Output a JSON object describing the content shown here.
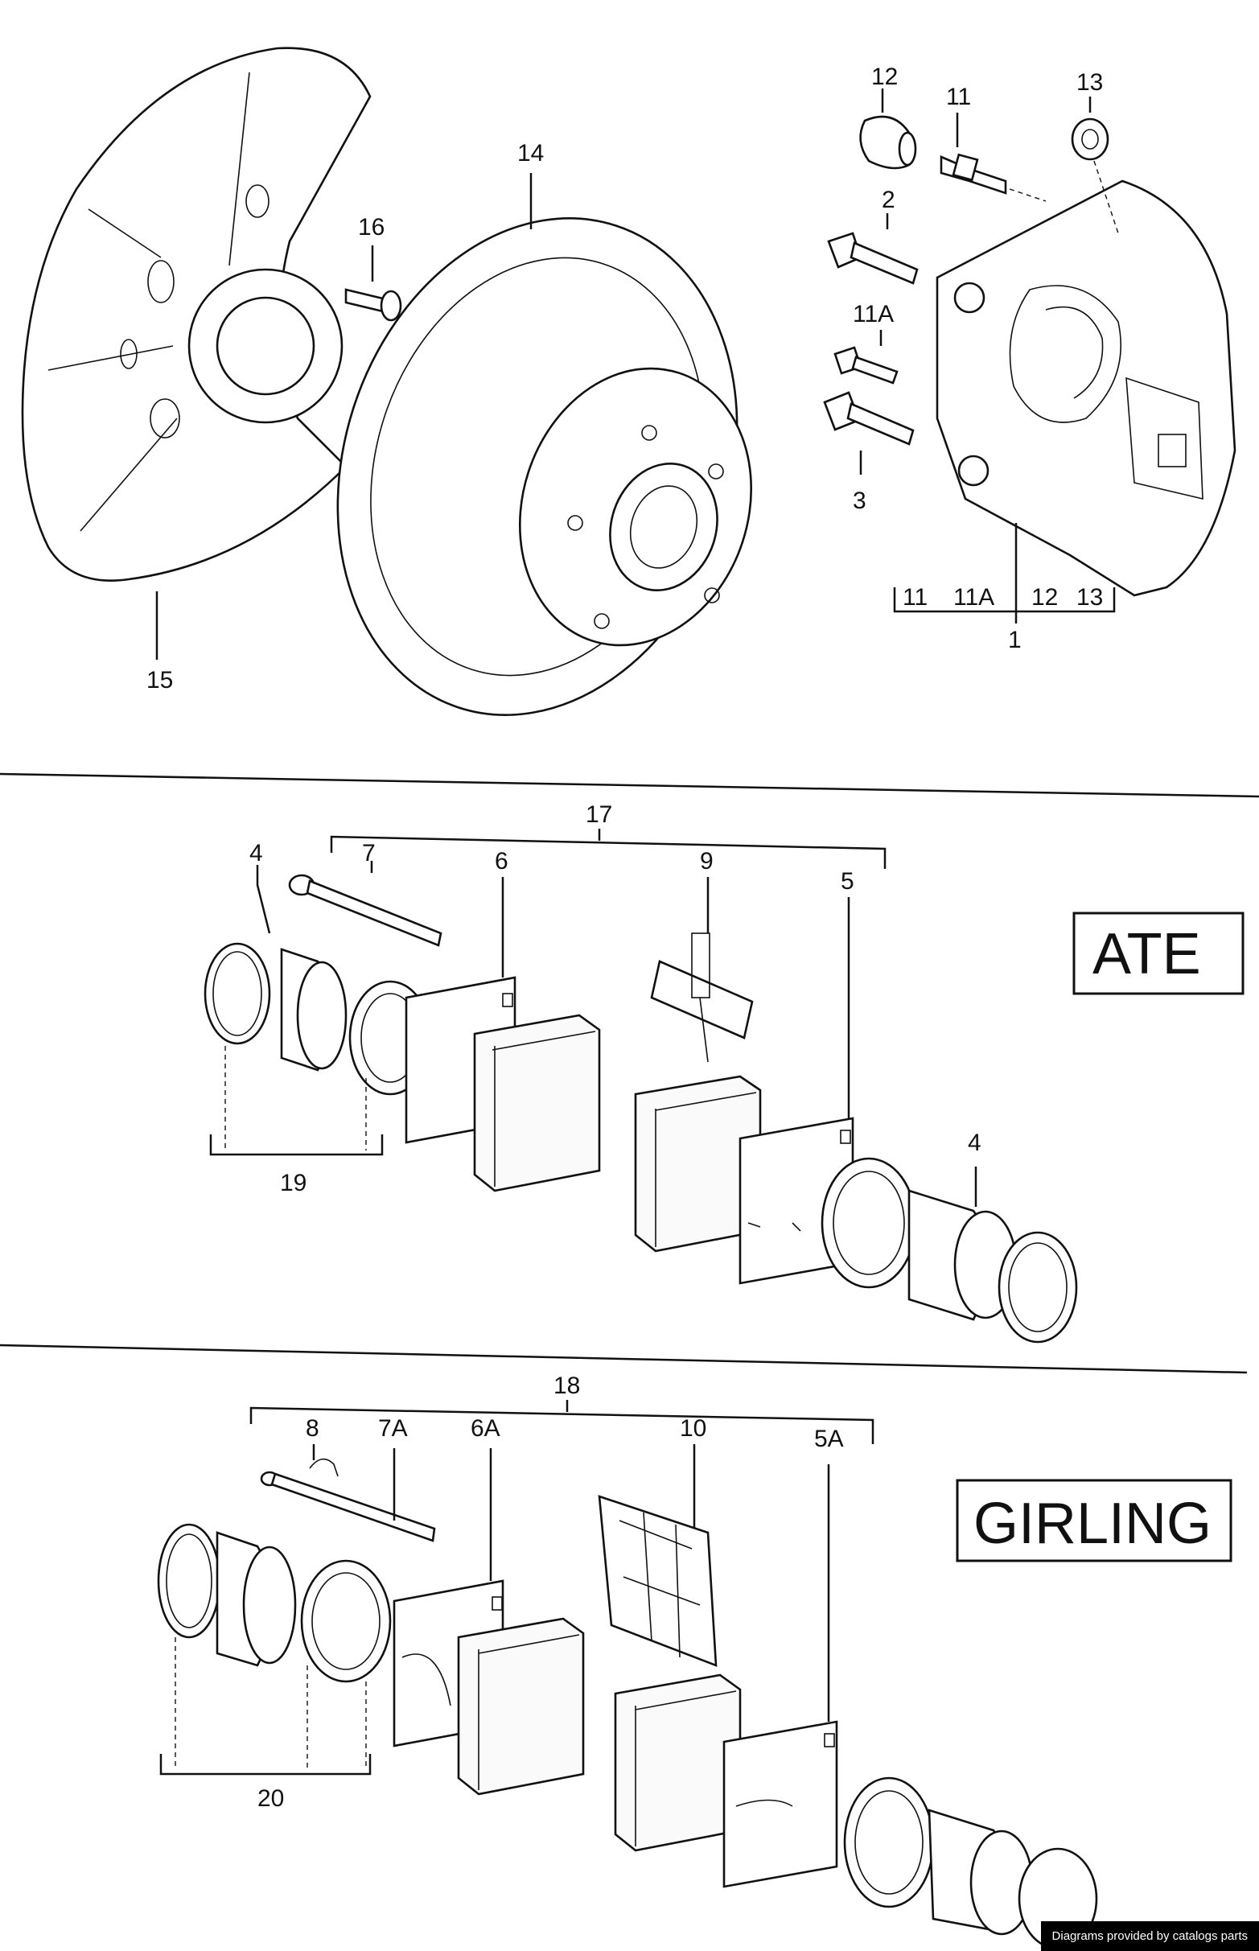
{
  "callouts": {
    "c12": "12",
    "c11": "11",
    "c13": "13",
    "c2": "2",
    "c11a": "11A",
    "c3": "3",
    "c1": "1",
    "g11": "11",
    "g11a": "11A",
    "g12": "12",
    "g13": "13",
    "c14": "14",
    "c16": "16",
    "c15": "15",
    "c17": "17",
    "c4a": "4",
    "c7": "7",
    "c6": "6",
    "c9": "9",
    "c5": "5",
    "c4b": "4",
    "c19": "19",
    "c18": "18",
    "c8": "8",
    "c7a": "7A",
    "c6a": "6A",
    "c10": "10",
    "c5a": "5A",
    "c20": "20"
  },
  "brands": {
    "ate": "ATE",
    "girling": "GIRLING"
  },
  "footer": {
    "credit": "Diagrams provided by catalogs parts"
  }
}
